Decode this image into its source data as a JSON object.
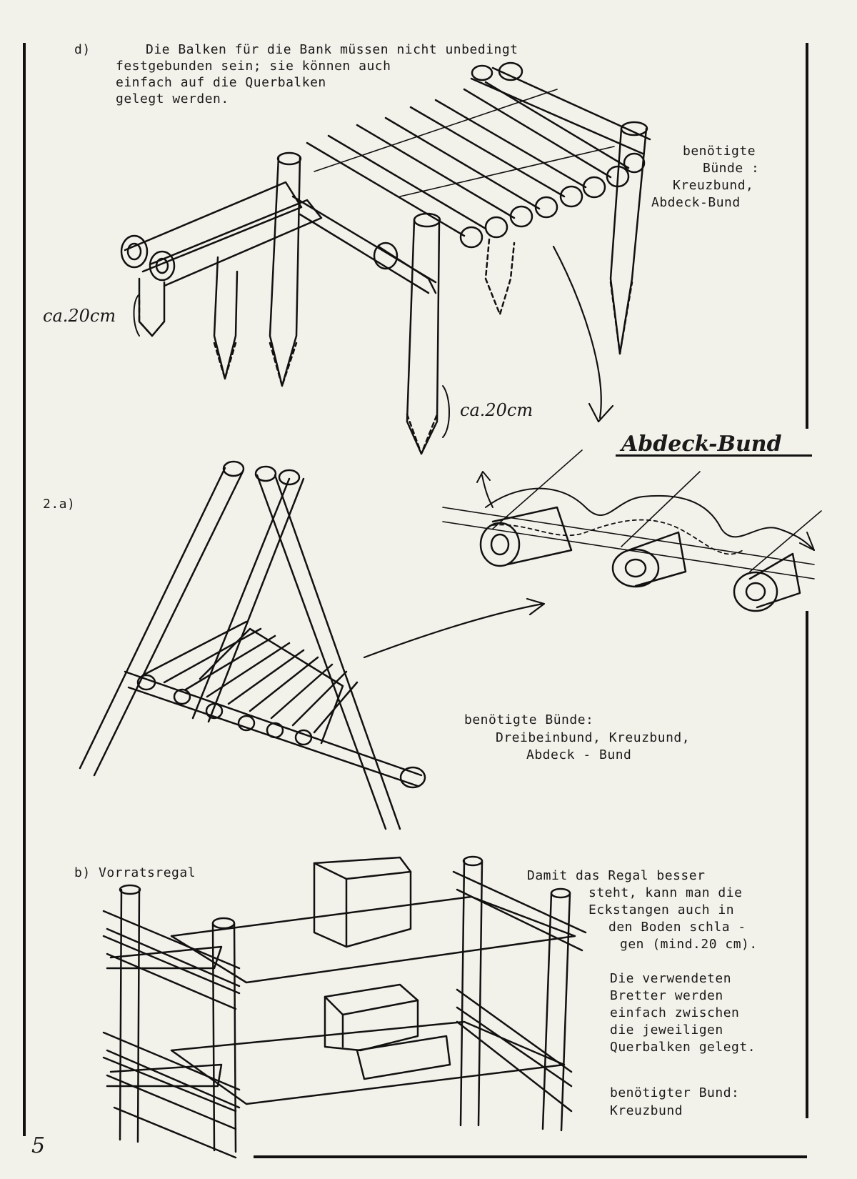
{
  "page_number": "5",
  "section_d": {
    "label": "d)",
    "text": [
      "Die Balken für die Bank müssen nicht unbedingt",
      "festgebunden sein; sie können auch",
      "einfach auf die Querbalken",
      "gelegt werden."
    ],
    "required_label": "benötigte",
    "required_list": [
      "Bünde :",
      "Kreuzbund,",
      "Abdeck-Bund"
    ],
    "measure_left": "ca.20cm",
    "measure_right": "ca.20cm"
  },
  "abdeck_title": "Abdeck-Bund",
  "section_2a": {
    "label": "2.a)",
    "required": [
      "benötigte Bünde:",
      "Dreibeinbund, Kreuzbund,",
      "Abdeck - Bund"
    ]
  },
  "section_b": {
    "label": "b) Vorratsregal",
    "text": [
      "Damit das Regal besser",
      "steht, kann man die",
      "Eckstangen auch in",
      "den Boden schla -",
      "gen (mind.20 cm)."
    ],
    "text2": [
      "Die verwendeten",
      "Bretter werden",
      "einfach zwischen",
      "die jeweiligen",
      "Querbalken gelegt."
    ],
    "required": [
      "benötigter Bund:",
      "Kreuzbund"
    ]
  }
}
